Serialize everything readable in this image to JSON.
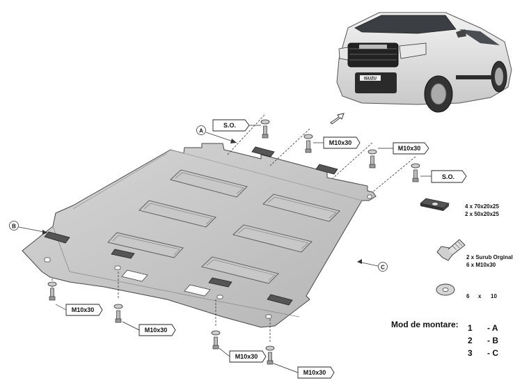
{
  "callouts": {
    "a": "A",
    "b": "B",
    "c": "C"
  },
  "labels": {
    "so_top": "S.O.",
    "so_right": "S.O.",
    "m10_1": "M10x30",
    "m10_2": "M10x30",
    "m10_3": "M10x30",
    "m10_4": "M10x30",
    "m10_5": "M10x30",
    "m10_6": "M10x30"
  },
  "parts": {
    "plate_line1": "4 x 70x20x25",
    "plate_line2": "2 x 50x20x25",
    "bolt_line1": "2 x  Surub Orginal",
    "bolt_line2": "6 x  M10x30",
    "washer_qty": "6",
    "washer_x": "x",
    "washer_size": "10"
  },
  "mounting": {
    "title": "Mod de montare:",
    "rows": [
      {
        "num": "1",
        "letter": "- A"
      },
      {
        "num": "2",
        "letter": "- B"
      },
      {
        "num": "3",
        "letter": "- C"
      }
    ]
  },
  "vehicle": {
    "badge": "ISUZU"
  }
}
